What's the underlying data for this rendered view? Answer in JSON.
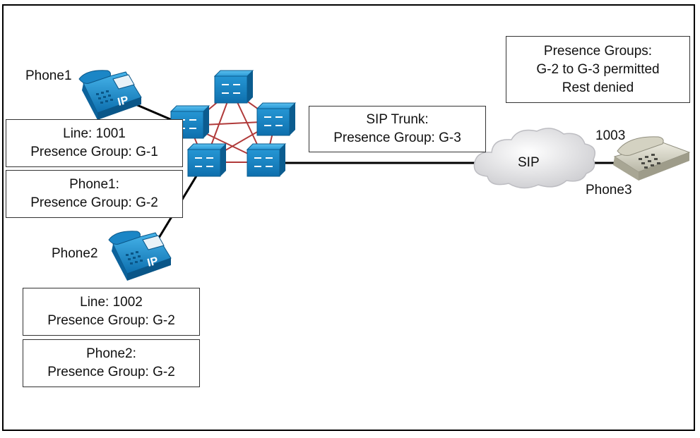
{
  "labels": {
    "phone1": "Phone1",
    "phone2": "Phone2",
    "phone3": "Phone3",
    "line_1003": "1003",
    "sip": "SIP",
    "ip": "IP"
  },
  "boxes": {
    "line1001": {
      "line1": "Line: 1001",
      "line2": "Presence Group: G-1"
    },
    "phone1_group": {
      "line1": "Phone1:",
      "line2": "Presence Group: G-2"
    },
    "line1002": {
      "line1": "Line: 1002",
      "line2": "Presence Group: G-2"
    },
    "phone2_group": {
      "line1": "Phone2:",
      "line2": "Presence Group: G-2"
    },
    "sip_trunk": {
      "line1": "SIP Trunk:",
      "line2": "Presence Group: G-3"
    },
    "presence_groups": {
      "line1": "Presence Groups:",
      "line2": "G-2 to G-3 permitted",
      "line3": "Rest denied"
    }
  },
  "colors": {
    "router_blue": "#1e8fcc",
    "router_dark": "#0f6aa3",
    "mesh_red": "#b03a3a",
    "phone3_beige": "#d9d6c6",
    "cloud_grey": "#e4e4e6"
  }
}
